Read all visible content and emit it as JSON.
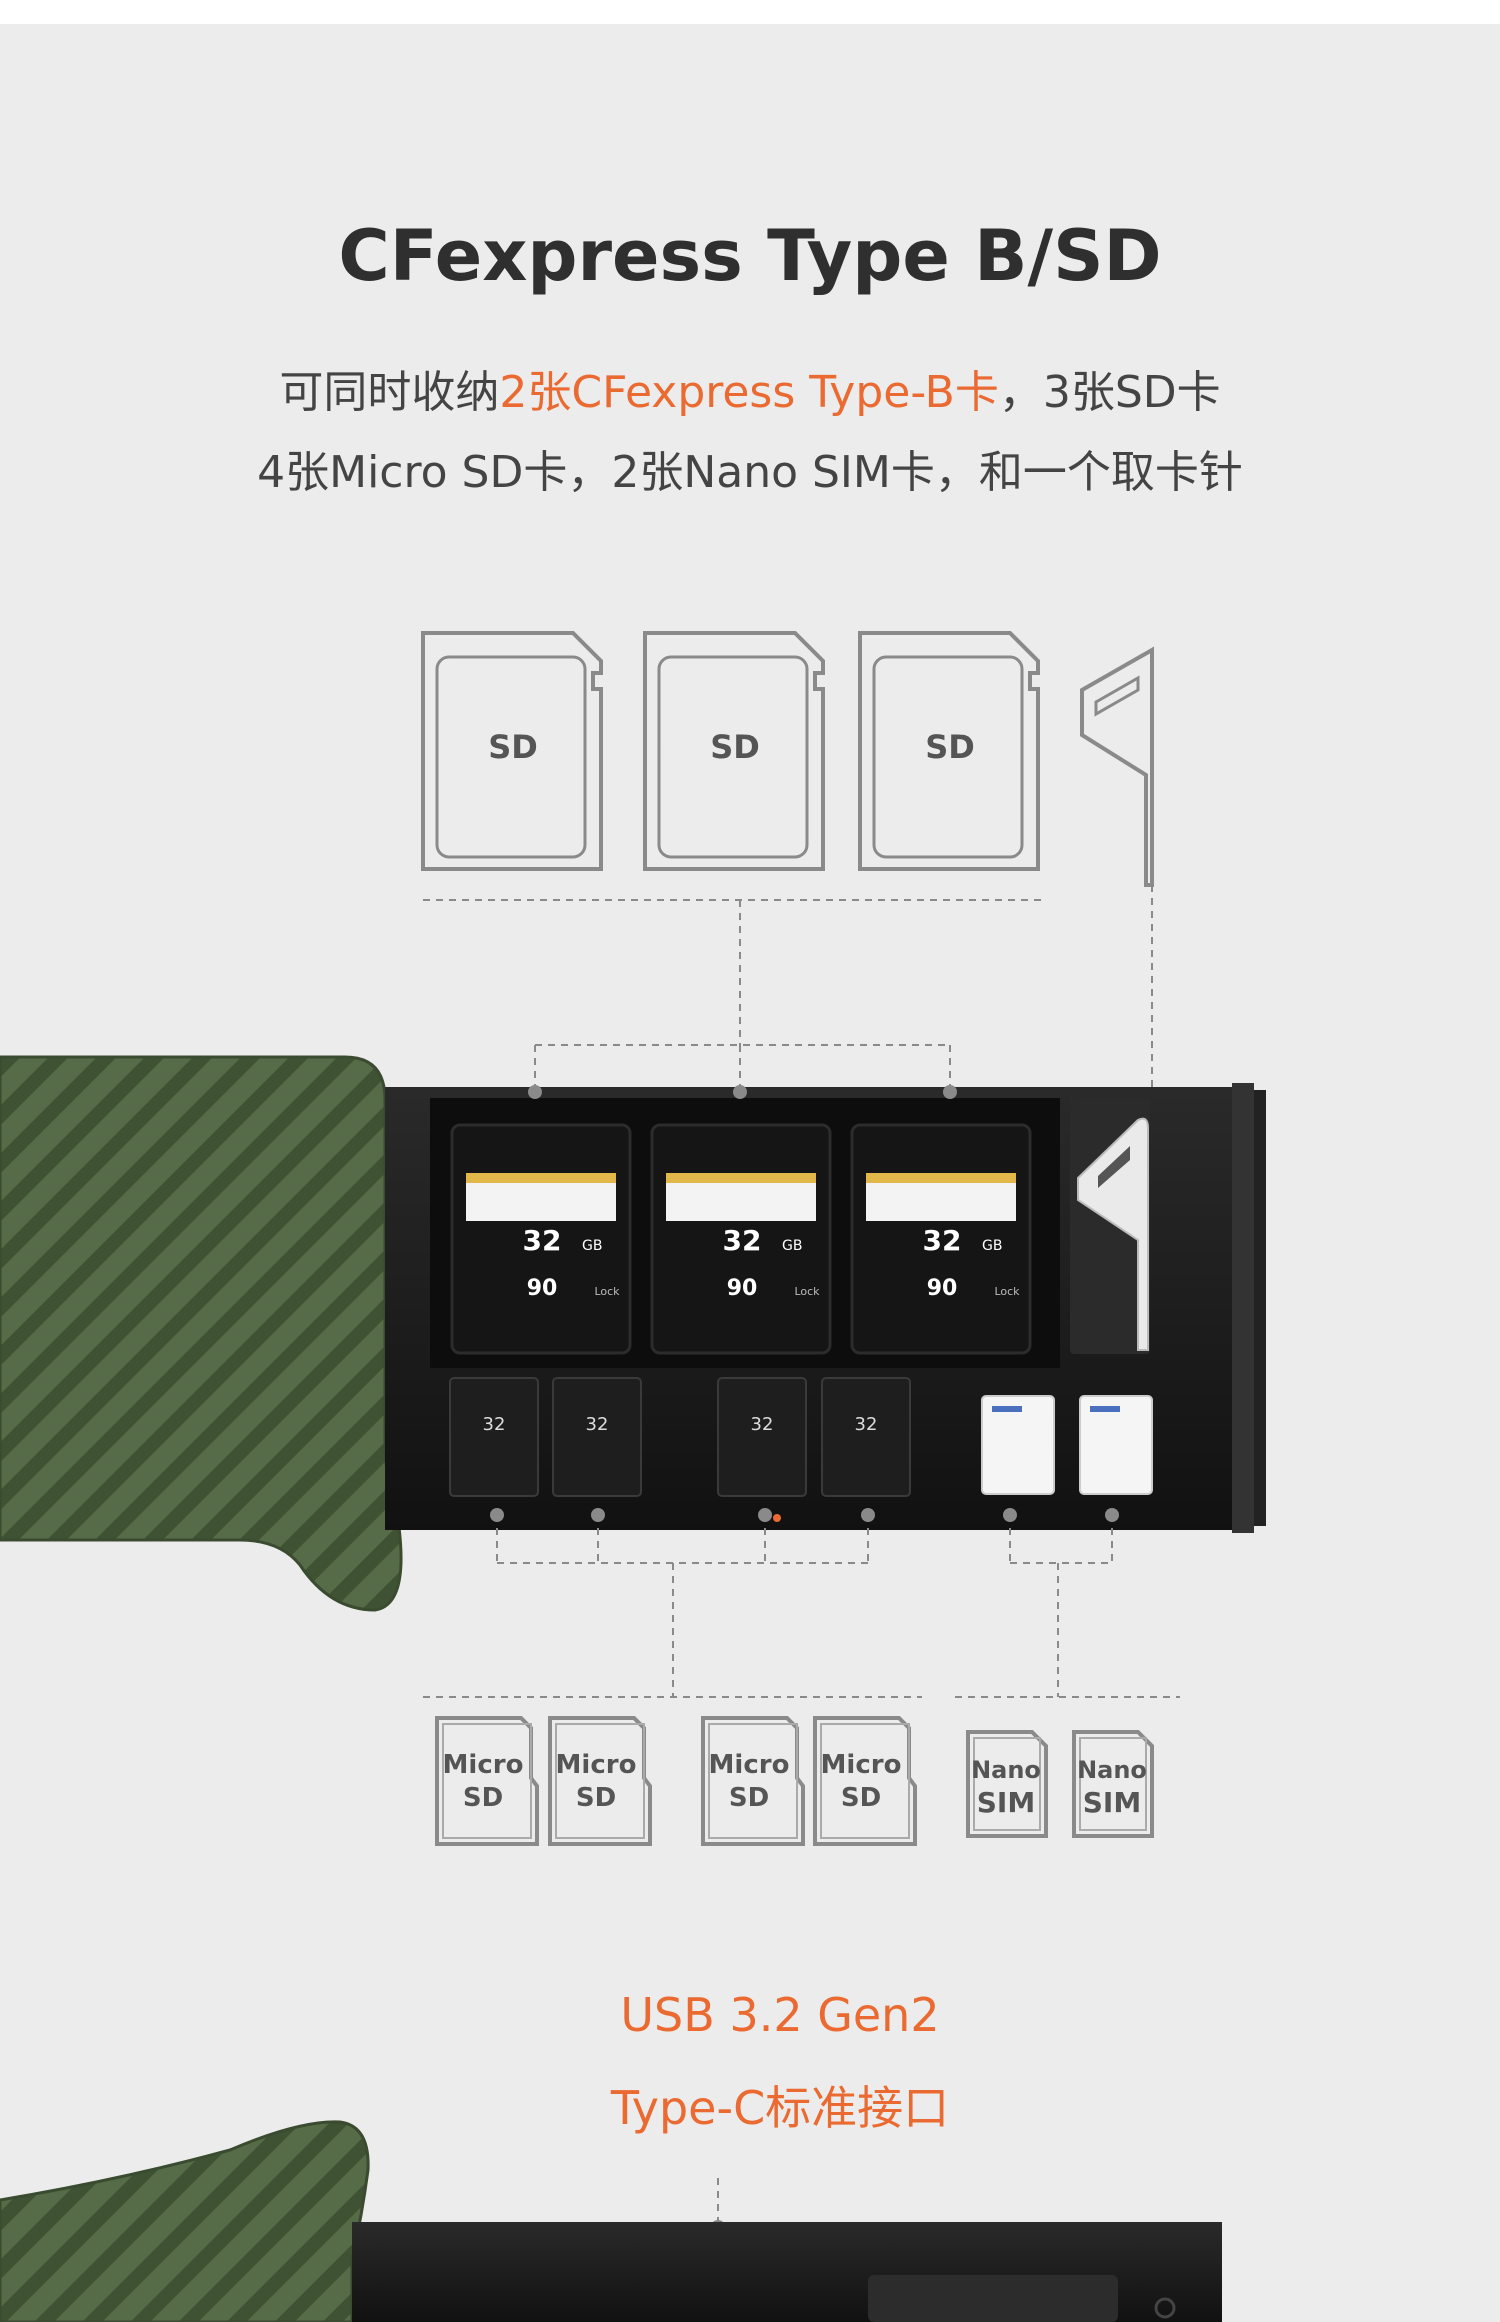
{
  "title": "CFexpress Type B/SD",
  "description": {
    "line1_before": "可同时收纳",
    "line1_highlight": "2张CFexpress Type-B卡",
    "line1_after": "，3张SD卡",
    "line2": "4张Micro SD卡，2张Nano SIM卡，和一个取卡针"
  },
  "sd_label": "SD",
  "micro_label_top": "Micro",
  "micro_label_bottom": "SD",
  "nano_label_top": "Nano",
  "nano_label_bottom": "SIM",
  "card_capacity": "32",
  "card_capacity_unit": "GB",
  "card_speed": "90",
  "card_lock": "Lock",
  "usb": {
    "line1": "USB 3.2 Gen2",
    "line2": "Type-C标准接口"
  },
  "colors": {
    "accent": "#ea6a31",
    "grip_green": "#4f6440",
    "case_black": "#1c1c1c",
    "background": "#ececec"
  }
}
